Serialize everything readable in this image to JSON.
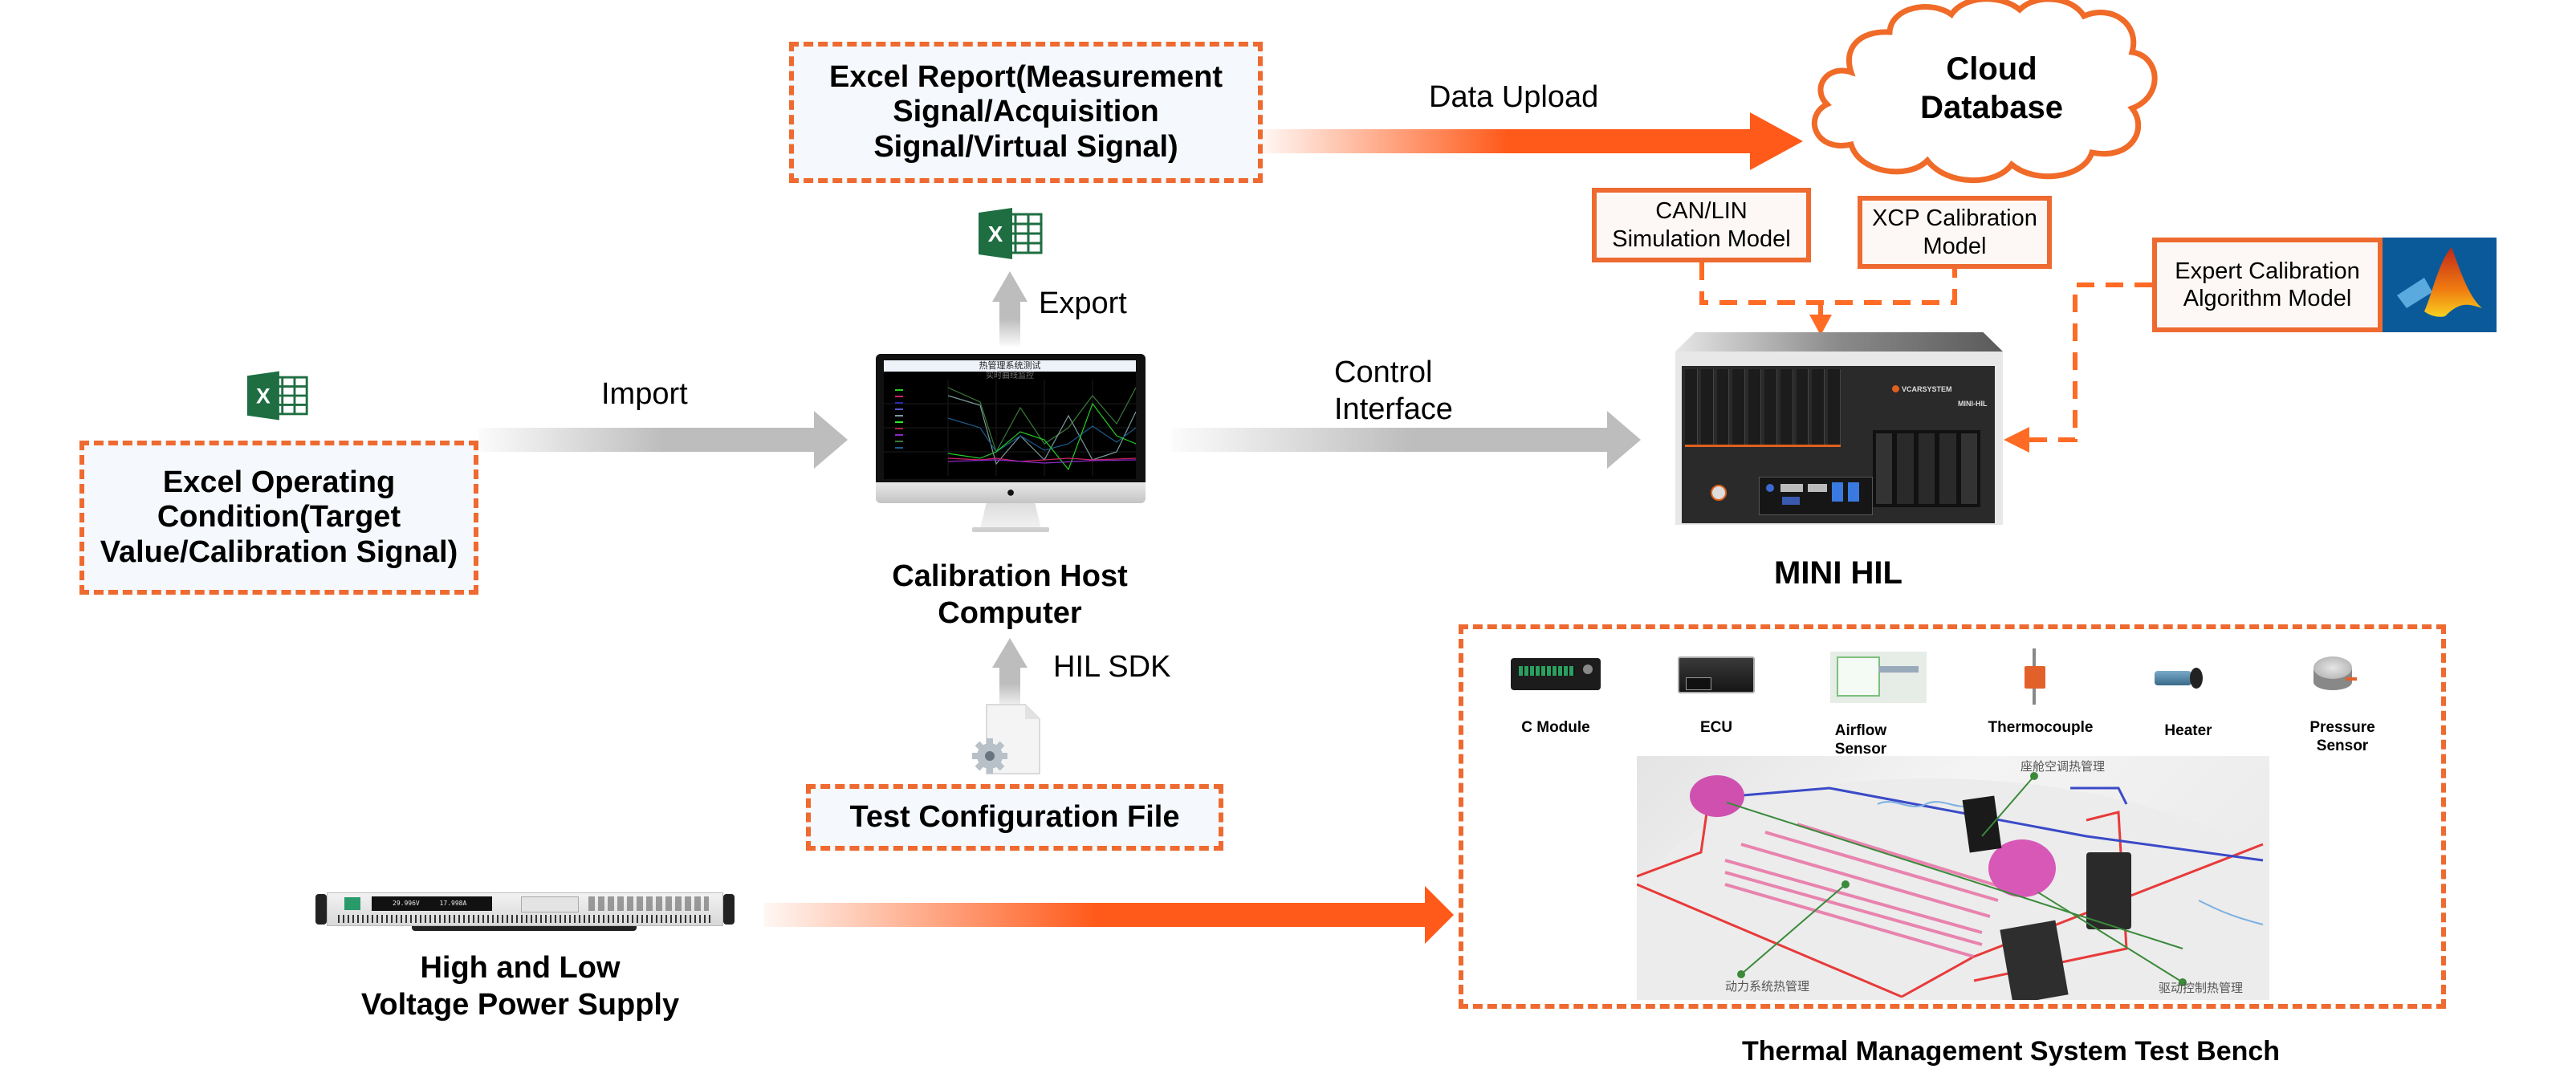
{
  "nodes": {
    "excel_report": "Excel Report(Measurement Signal/Acquisition Signal/Virtual Signal)",
    "excel_report_lines": [
      "Excel Report(Measurement",
      "Signal/Acquisition",
      "Signal/Virtual Signal)"
    ],
    "cloud_lines": [
      "Cloud",
      "Database"
    ],
    "can_lin_lines": [
      "CAN/LIN",
      "Simulation Model"
    ],
    "xcp_lines": [
      "XCP Calibration",
      "Model"
    ],
    "expert_lines": [
      "Expert Calibration",
      "Algorithm Model"
    ],
    "excel_operating_lines": [
      "Excel Operating",
      "Condition(Target",
      "Value/Calibration Signal)"
    ],
    "host_lines": [
      "Calibration Host",
      "Computer"
    ],
    "mini_hil": "MINI HIL",
    "test_config": "Test Configuration File",
    "power_supply_lines": [
      "High and Low",
      "Voltage Power Supply"
    ],
    "test_bench": "Thermal Management System Test Bench"
  },
  "edges": {
    "data_upload": "Data Upload",
    "export": "Export",
    "import": "Import",
    "control_interface_lines": [
      "Control",
      "Interface"
    ],
    "hil_sdk": "HIL SDK"
  },
  "monitor_screen": {
    "title": "热管理系统测试",
    "subtitle": "实时曲线监控"
  },
  "device": {
    "brand": "VCARSYSTEM",
    "model": "MINI-HIL"
  },
  "power_supply_display": {
    "voltage": "29.996V",
    "current": "17.998A"
  },
  "bench_components": [
    {
      "label_lines": [
        "C Module"
      ]
    },
    {
      "label_lines": [
        "ECU"
      ]
    },
    {
      "label_lines": [
        "Airflow",
        "Sensor"
      ]
    },
    {
      "label_lines": [
        "Thermocouple"
      ]
    },
    {
      "label_lines": [
        "Heater"
      ]
    },
    {
      "label_lines": [
        "Pressure",
        "Sensor"
      ]
    }
  ],
  "car_diagram_labels": {
    "cabin": "座舱空调热管理",
    "powertrain": "动力系统热管理",
    "drive_control": "驱动控制热管理"
  },
  "icons": {
    "excel": "excel-icon",
    "matlab": "matlab-logo-icon",
    "config_file": "config-file-gear-icon",
    "apple": "apple-logo-icon"
  },
  "colors": {
    "accent_orange": "#EE6A30",
    "arrow_orange": "#FF5A1A",
    "arrow_gray": "#BDBDBD",
    "box_fill_blue": "#F5F8FC",
    "box_fill_warm": "#FDF8F5",
    "excel_green": "#1E6E42",
    "matlab_blue": "#0A5A9A"
  }
}
